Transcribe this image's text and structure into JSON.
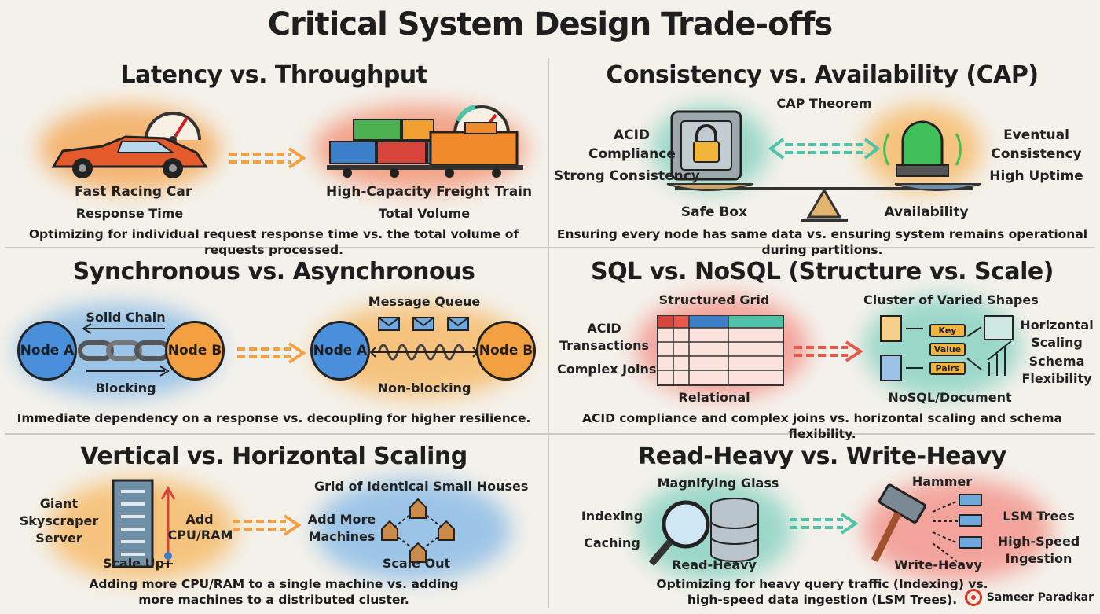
{
  "title": "Critical System Design Trade-offs",
  "signature": "Sameer Paradkar",
  "panels": {
    "latency": {
      "title": "Latency vs. Throughput",
      "left_label": "Fast Racing Car",
      "left_sub": "Response Time",
      "right_label": "High-Capacity Freight Train",
      "right_sub": "Total Volume",
      "caption": "Optimizing for individual request response time vs. the total volume of requests processed."
    },
    "cap": {
      "title": "Consistency vs. Availability (CAP)",
      "top_label": "CAP Theorem",
      "left_l1": "ACID",
      "left_l2": "Compliance",
      "left_l3": "Strong Consistency",
      "right_l1": "Eventual",
      "right_l2": "Consistency",
      "right_l3": "High Uptime",
      "left_label": "Safe Box",
      "right_label": "Availability",
      "caption": "Ensuring every node has same data vs. ensuring system remains operational during partitions."
    },
    "sync": {
      "title": "Synchronous vs. Asynchronous",
      "node_a": "Node A",
      "node_b": "Node B",
      "chain_label": "Solid Chain",
      "blocking": "Blocking",
      "queue_label": "Message Queue",
      "nonblocking": "Non-blocking",
      "caption": "Immediate dependency on a response vs. decoupling for higher resilience."
    },
    "sql": {
      "title": "SQL vs. NoSQL (Structure vs. Scale)",
      "grid_label": "Structured Grid",
      "left_l1": "ACID",
      "left_l2": "Transactions",
      "left_l3": "Complex Joins",
      "relational": "Relational",
      "cluster_label": "Cluster of Varied Shapes",
      "kv1": "Key",
      "kv2": "Value",
      "kv3": "Pairs",
      "right_l1": "Horizontal",
      "right_l2": "Scaling",
      "right_l3": "Schema",
      "right_l4": "Flexibility",
      "nosql": "NoSQL/Document",
      "caption": "ACID compliance and complex joins vs. horizontal scaling and schema flexibility."
    },
    "scaling": {
      "title": "Vertical vs. Horizontal Scaling",
      "left_l1": "Giant",
      "left_l2": "Skyscraper",
      "left_l3": "Server",
      "add_l1": "Add",
      "add_l2": "CPU/RAM",
      "scale_up": "Scale Up",
      "houses_label": "Grid of Identical Small Houses",
      "more_l1": "Add More",
      "more_l2": "Machines",
      "scale_out": "Scale Out",
      "caption_l1": "Adding more CPU/RAM to a single machine vs. adding",
      "caption_l2": "more machines to a distributed cluster."
    },
    "rw": {
      "title": "Read-Heavy vs. Write-Heavy",
      "glass_label": "Magnifying Glass",
      "indexing": "Indexing",
      "caching": "Caching",
      "read_heavy": "Read-Heavy",
      "hammer_label": "Hammer",
      "lsm": "LSM Trees",
      "hs_l1": "High-Speed",
      "hs_l2": "Ingestion",
      "write_heavy": "Write-Heavy",
      "caption_l1": "Optimizing for heavy query traffic (Indexing) vs.",
      "caption_l2": "high-speed data ingestion (LSM Trees)."
    }
  },
  "colors": {
    "orange": "#f3a043",
    "red": "#e8584a",
    "teal": "#4fc3a8",
    "blue": "#4a8fd9",
    "green": "#3fbf5a"
  }
}
